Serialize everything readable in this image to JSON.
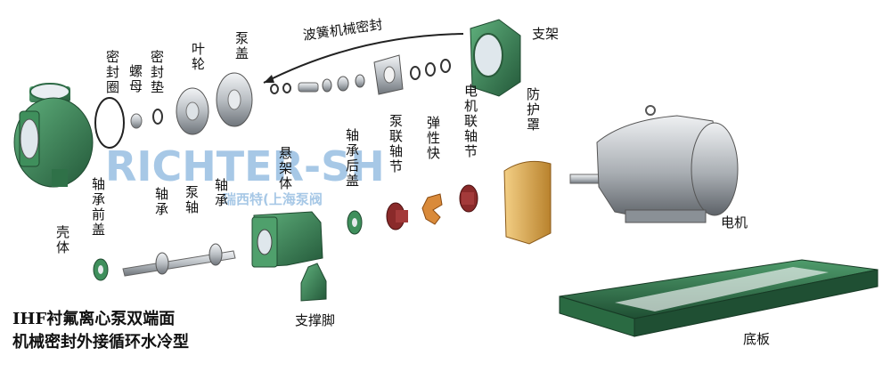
{
  "watermark": {
    "brand": "RICHTER-SH",
    "sub": "瑞西特(上海泵阀"
  },
  "title": {
    "line1": "IHF衬氟离心泵双端面",
    "line2": "机械密封外接循环水冷型"
  },
  "labels": {
    "pump_casing": "壳体",
    "seal_ring": "密封圈",
    "nut": "螺母",
    "seal_gasket": "密封垫",
    "impeller": "叶轮",
    "pump_cover": "泵盖",
    "mech_seal": "波簧机械密封",
    "bracket": "支架",
    "front_bearing_cover": "轴承前盖",
    "bearing_left": "轴承",
    "pump_shaft": "泵轴",
    "bearing_right": "轴承",
    "frame": "悬架体",
    "rear_bearing_cover": "轴承后盖",
    "pump_coupling": "泵联轴节",
    "elastic_block": "弹性快",
    "motor_coupling": "电机联轴节",
    "guard": "防护罩",
    "motor": "电机",
    "support_foot": "支撑脚",
    "base_plate": "底板"
  },
  "colors": {
    "green": "#3f8f5c",
    "green_dark": "#24593a",
    "metal": "#b9bec3",
    "guard": "#d9a84e",
    "coupling": "#8a2a2a",
    "elastic": "#d98a3a"
  }
}
